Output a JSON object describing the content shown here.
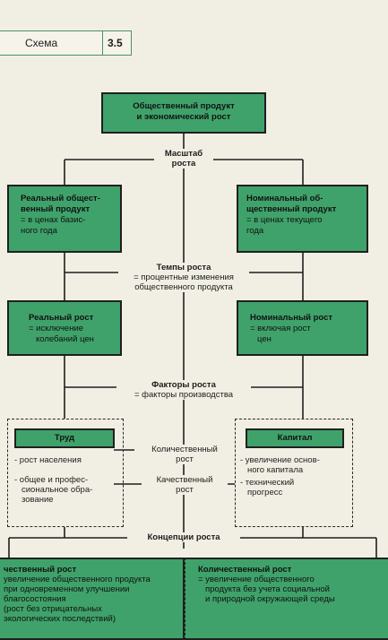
{
  "header": {
    "title": "Схема",
    "number": "3.5"
  },
  "top_box": {
    "line1": "Общественный продукт",
    "line2": "и экономический рост"
  },
  "scale_label": {
    "line1": "Масштаб",
    "line2": "роста"
  },
  "real_product": {
    "title1": "Реальный общест-",
    "title2": "венный продукт",
    "desc1": "= в ценах базис-",
    "desc2": "ного года"
  },
  "nominal_product": {
    "title1": "Номинальный об-",
    "title2": "щественный продукт",
    "desc1": "= в ценах текущего",
    "desc2": "года"
  },
  "growth_rate_label": {
    "line1": "Темпы роста",
    "line2": "= процентные изменения",
    "line3": "общественного продукта"
  },
  "real_growth": {
    "title": "Реальный рост",
    "desc1": "= исключение",
    "desc2": "колебаний цен"
  },
  "nominal_growth": {
    "title": "Номинальный рост",
    "desc1": "= включая рост",
    "desc2": "цен"
  },
  "factors_label": {
    "line1": "Факторы роста",
    "line2": "= факторы производства"
  },
  "labor": {
    "title": "Труд",
    "item1": "- рост населения",
    "item2a": "- общее и профес-",
    "item2b": "сиональное обра-",
    "item2c": "зование"
  },
  "capital": {
    "title": "Капитал",
    "item1a": "- увеличение основ-",
    "item1b": "ного капитала",
    "item2a": "- технический",
    "item2b": "прогресс"
  },
  "quant_label": {
    "line1": "Количественный",
    "line2": "рост"
  },
  "qual_label": {
    "line1": "Качественный",
    "line2": "рост"
  },
  "concepts_label": "Концепции роста",
  "left_concept": {
    "title": "чественный рост",
    "l1": "увеличение общественного продукта",
    "l2": "при одновременном улучшении",
    "l3": "благосостояния",
    "l4": "(рост без отрицательных",
    "l5": "экологических последствий)"
  },
  "right_concept": {
    "title": "Количественный рост",
    "l1": "= увеличение общественного",
    "l2": "продукта без учета социальной",
    "l3": "и природной окружающей среды"
  },
  "colors": {
    "box_green": "#3fa26a",
    "paper": "#f1efe4",
    "line": "#1f1f1f"
  }
}
